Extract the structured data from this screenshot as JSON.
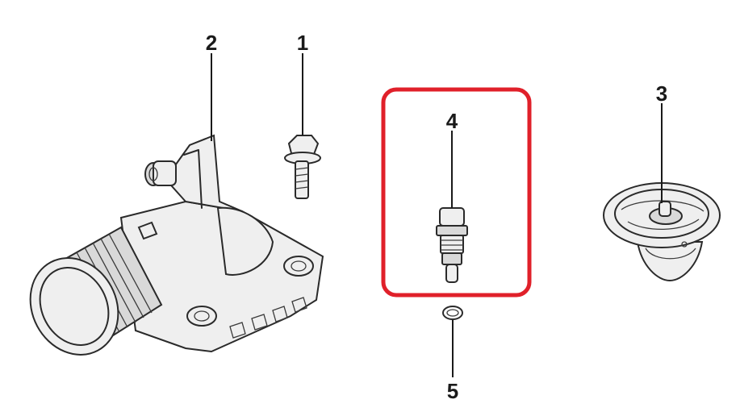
{
  "callouts": {
    "c1": "1",
    "c2": "2",
    "c3": "3",
    "c4": "4",
    "c5": "5"
  },
  "highlight": {
    "color": "#e0202a",
    "target": "4"
  },
  "parts": {
    "p1": "bolt",
    "p2": "thermostat-housing",
    "p3": "thermostat",
    "p4": "temperature-sensor",
    "p5": "o-ring"
  }
}
